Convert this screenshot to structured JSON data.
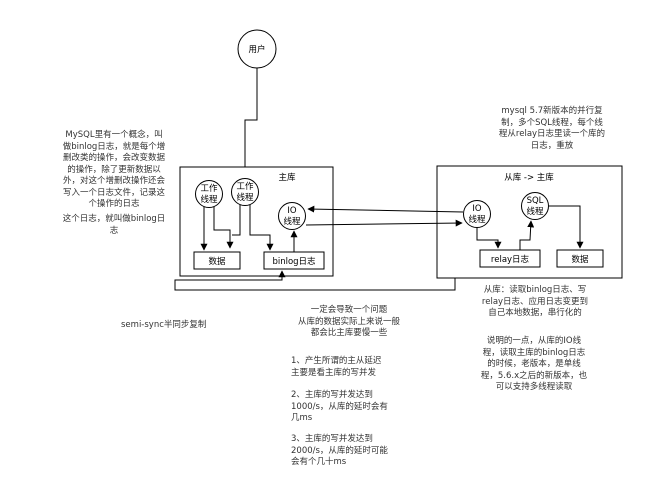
{
  "nodes": {
    "user": "用户",
    "master": "主库",
    "worker1": "工作\n线程",
    "worker2": "工作\n线程",
    "io_master": "IO\n线程",
    "data_master": "数据",
    "binlog": "binlog日志",
    "slave": "从库 -> 主库",
    "io_slave": "IO\n线程",
    "sql_slave": "SQL\n线程",
    "relay": "relay日志",
    "data_slave": "数据"
  },
  "notes": {
    "binlog_concept": "MySQL里有一个概念，叫\n做binlog日志，就是每个增\n删改类的操作，会改变数据\n的操作，除了更新数据以\n外，对这个增删改操作还会\n写入一个日志文件，记录这\n个操作的日志",
    "binlog_name": "这个日志，就叫做binlog日\n志",
    "mysql57": "mysql 5.7新版本的并行复\n制，多个SQL线程，每个线\n程从relay日志里读一个库的\n日志，重放",
    "slave_read": "从库：读取binlog日志、写\nrelay日志、应用日志变更到\n自己本地数据，串行化的",
    "semi_sync": "semi-sync半同步复制",
    "delay_intro": "一定会导致一个问题\n从库的数据实际上来说一般\n都会比主库要慢一些",
    "note_explain": "说明的一点，从库的IO线\n程，读取主库的binlog日志\n的时候，老版本，是单线\n程，5.6.x之后的新版本，也\n可以支持多线程读取",
    "delay_1": "1、产生所谓的主从延迟\n主要是看主库的写并发",
    "delay_2": "2、主库的写并发达到\n1000/s，从库的延时会有\n几ms",
    "delay_3": "3、主库的写并发达到\n2000/s，从库的延时可能\n会有个几十ms"
  },
  "colors": {
    "stroke": "#000000",
    "text": "#333333",
    "fill": "#ffffff"
  }
}
